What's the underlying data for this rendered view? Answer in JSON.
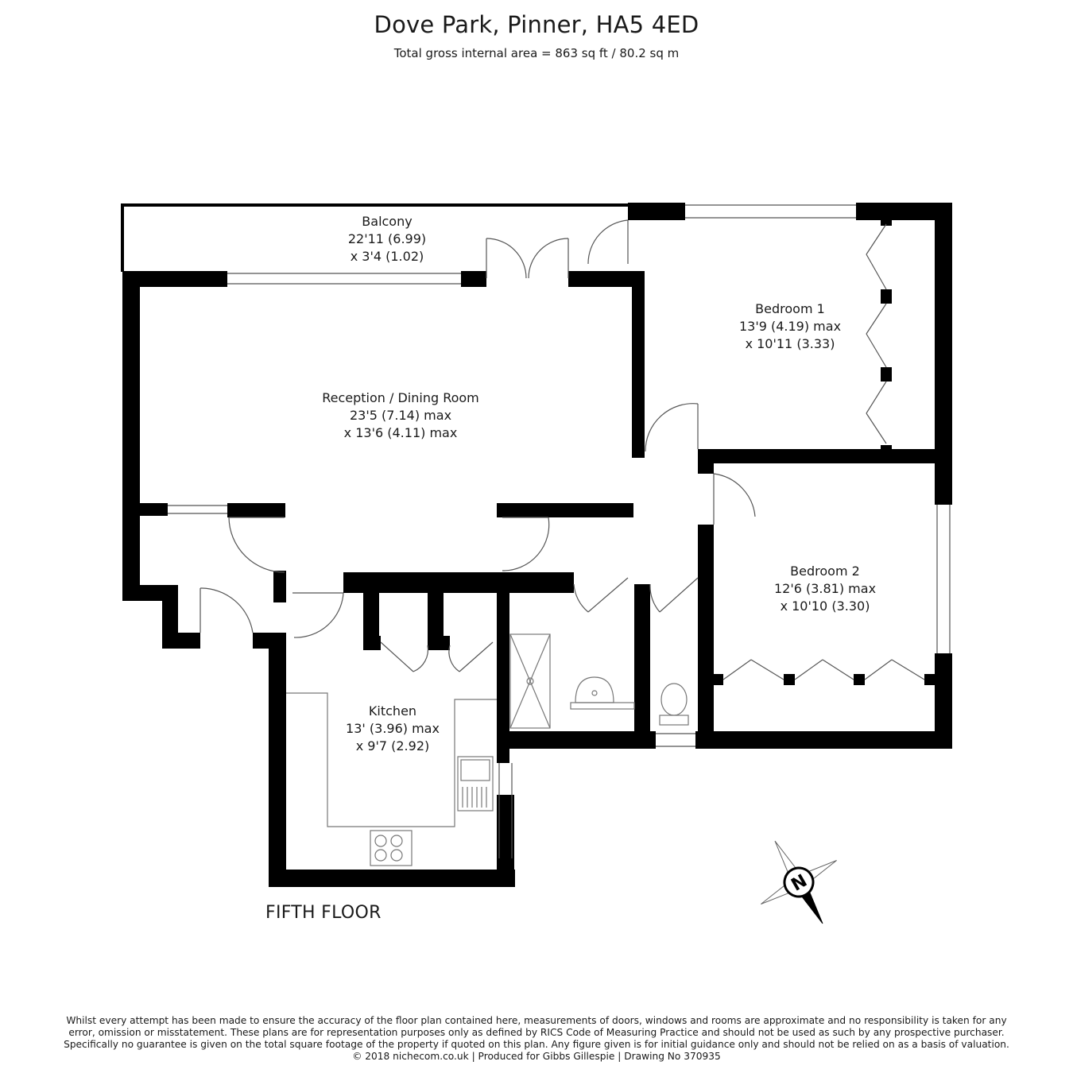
{
  "header": {
    "title": "Dove Park, Pinner, HA5 4ED",
    "subtitle": "Total gross internal area =  863 sq ft / 80.2 sq m"
  },
  "rooms": {
    "balcony": {
      "name": "Balcony",
      "dim1": "22'11 (6.99)",
      "dim2": "x 3'4 (1.02)"
    },
    "reception": {
      "name": "Reception / Dining Room",
      "dim1": "23'5 (7.14) max",
      "dim2": "x 13'6 (4.11) max"
    },
    "bedroom1": {
      "name": "Bedroom 1",
      "dim1": "13'9 (4.19) max",
      "dim2": "x 10'11 (3.33)"
    },
    "bedroom2": {
      "name": "Bedroom 2",
      "dim1": "12'6 (3.81) max",
      "dim2": "x 10'10 (3.30)"
    },
    "kitchen": {
      "name": "Kitchen",
      "dim1": "13' (3.96) max",
      "dim2": "x 9'7 (2.92)"
    }
  },
  "floor_label": "FIFTH FLOOR",
  "compass": {
    "letter": "N",
    "icon": "compass-icon"
  },
  "disclaimer": {
    "line1": "Whilst every attempt has been made to ensure the accuracy of the floor plan contained here, measurements of doors, windows and rooms are approximate and no responsibility is taken for any",
    "line2": "error, omission or misstatement. These plans are for representation purposes only as defined by RICS Code of Measuring Practice and should not be used as such by any prospective purchaser.",
    "line3": "Specifically no guarantee is given on the total square footage of the property if quoted on this plan. Any figure given is for initial guidance only and should not be relied on as a basis of valuation.",
    "line4": "© 2018 nichecom.co.uk  |  Produced for Gibbs Gillespie  |  Drawing No 370935"
  },
  "colors": {
    "wall": "#000000",
    "thin_line": "#555555",
    "fixture": "#777777"
  }
}
